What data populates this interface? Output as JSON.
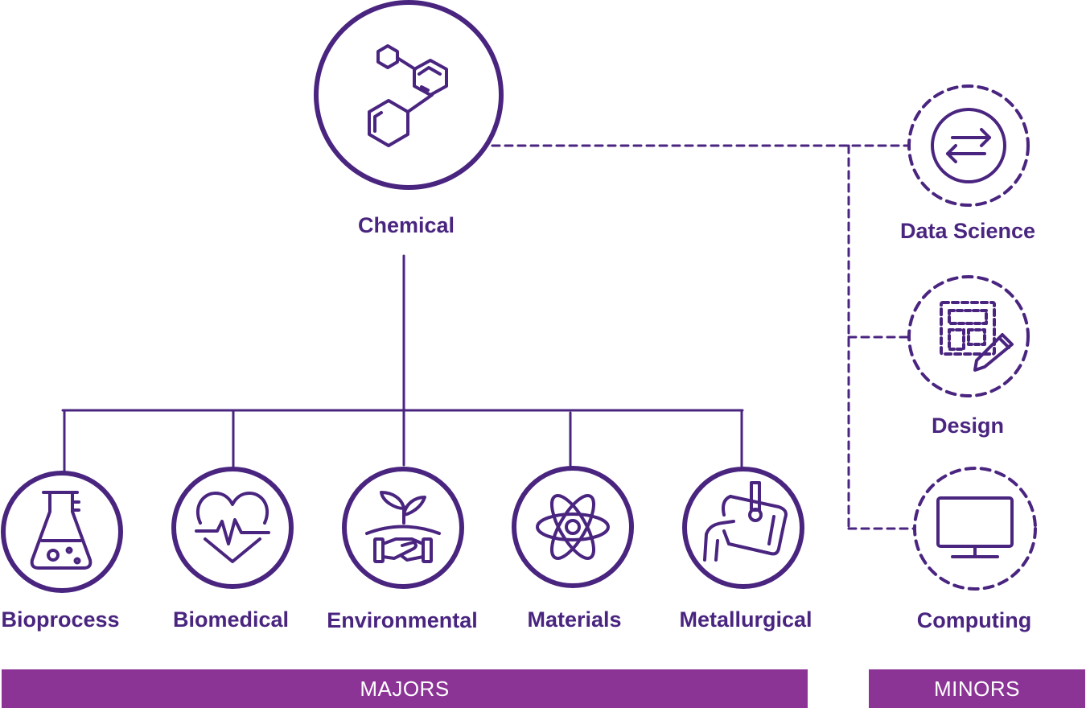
{
  "colors": {
    "primary": "#4a2580",
    "bar": "#8b3496"
  },
  "root": {
    "label": "Chemical",
    "icon": "molecule-icon"
  },
  "majors": [
    {
      "label": "Bioprocess",
      "icon": "flask-icon"
    },
    {
      "label": "Biomedical",
      "icon": "heart-pulse-icon"
    },
    {
      "label": "Environmental",
      "icon": "plant-handshake-icon"
    },
    {
      "label": "Materials",
      "icon": "atom-icon"
    },
    {
      "label": "Metallurgical",
      "icon": "pouring-crucible-icon"
    }
  ],
  "minors": [
    {
      "label": "Data Science",
      "icon": "exchange-arrows-icon"
    },
    {
      "label": "Design",
      "icon": "blueprint-pencil-icon"
    },
    {
      "label": "Computing",
      "icon": "monitor-icon"
    }
  ],
  "footer": {
    "majors_label": "MAJORS",
    "minors_label": "MINORS"
  }
}
